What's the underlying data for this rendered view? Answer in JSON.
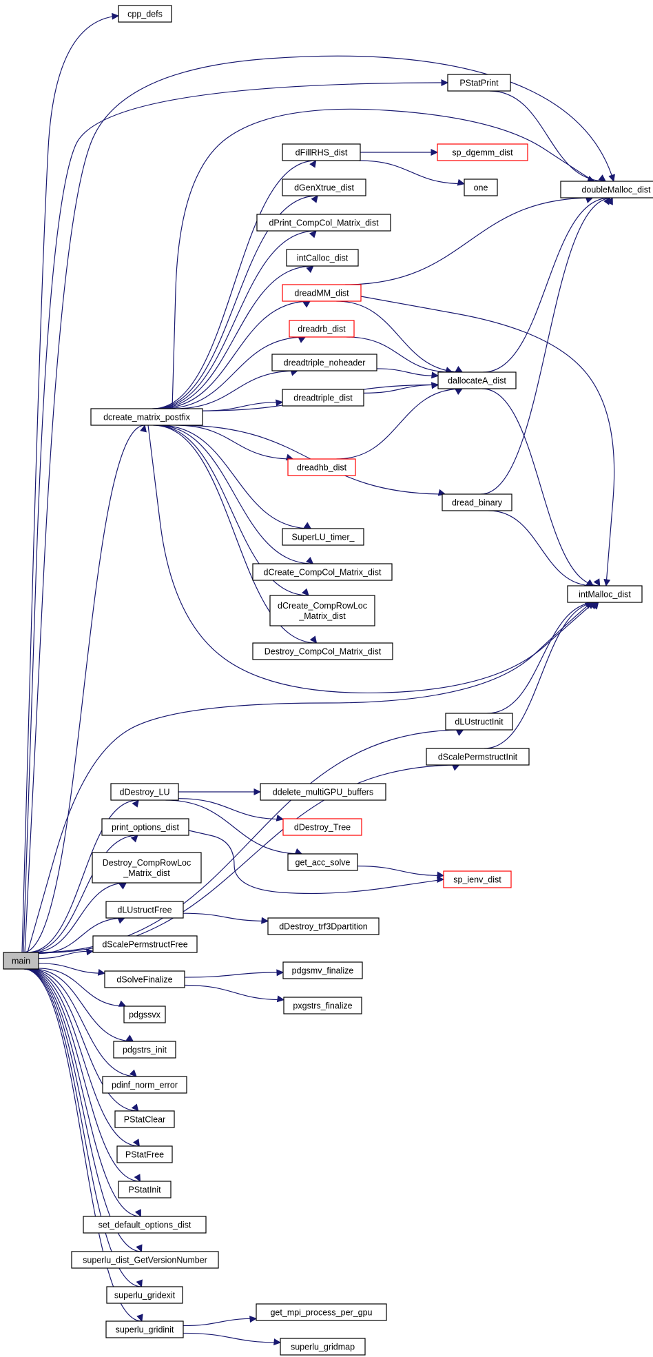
{
  "diagram": {
    "colors": {
      "edge": "#191970",
      "node_border": "#000000",
      "truncated_border": "#ff0000",
      "root_fill": "#bfbfbf",
      "node_fill": "#ffffff"
    },
    "nodes": [
      {
        "id": "main",
        "lines": [
          "main"
        ],
        "root": true
      },
      {
        "id": "cpp_defs",
        "lines": [
          "cpp_defs"
        ]
      },
      {
        "id": "PStatPrint",
        "lines": [
          "PStatPrint"
        ]
      },
      {
        "id": "doubleMalloc_dist",
        "lines": [
          "doubleMalloc_dist"
        ]
      },
      {
        "id": "dFillRHS_dist",
        "lines": [
          "dFillRHS_dist"
        ]
      },
      {
        "id": "sp_dgemm_dist",
        "lines": [
          "sp_dgemm_dist"
        ],
        "truncated": true
      },
      {
        "id": "one",
        "lines": [
          "one"
        ]
      },
      {
        "id": "dGenXtrue_dist",
        "lines": [
          "dGenXtrue_dist"
        ]
      },
      {
        "id": "dPrint_CompCol_Matrix_dist",
        "lines": [
          "dPrint_CompCol_Matrix_dist"
        ]
      },
      {
        "id": "intCalloc_dist",
        "lines": [
          "intCalloc_dist"
        ]
      },
      {
        "id": "dreadMM_dist",
        "lines": [
          "dreadMM_dist"
        ],
        "truncated": true
      },
      {
        "id": "dreadrb_dist",
        "lines": [
          "dreadrb_dist"
        ],
        "truncated": true
      },
      {
        "id": "dreadtriple_noheader",
        "lines": [
          "dreadtriple_noheader"
        ]
      },
      {
        "id": "dallocateA_dist",
        "lines": [
          "dallocateA_dist"
        ]
      },
      {
        "id": "dcreate_matrix_postfix",
        "lines": [
          "dcreate_matrix_postfix"
        ]
      },
      {
        "id": "dreadtriple_dist",
        "lines": [
          "dreadtriple_dist"
        ]
      },
      {
        "id": "dreadhb_dist",
        "lines": [
          "dreadhb_dist"
        ],
        "truncated": true
      },
      {
        "id": "dread_binary",
        "lines": [
          "dread_binary"
        ]
      },
      {
        "id": "SuperLU_timer_",
        "lines": [
          "SuperLU_timer_"
        ]
      },
      {
        "id": "dCreate_CompCol_Matrix_dist",
        "lines": [
          "dCreate_CompCol_Matrix_dist"
        ]
      },
      {
        "id": "dCreate_CompRowLoc_Matrix_dist",
        "lines": [
          "dCreate_CompRowLoc",
          "_Matrix_dist"
        ]
      },
      {
        "id": "Destroy_CompCol_Matrix_dist",
        "lines": [
          "Destroy_CompCol_Matrix_dist"
        ]
      },
      {
        "id": "intMalloc_dist",
        "lines": [
          "intMalloc_dist"
        ]
      },
      {
        "id": "dLUstructInit",
        "lines": [
          "dLUstructInit"
        ]
      },
      {
        "id": "dScalePermstructInit",
        "lines": [
          "dScalePermstructInit"
        ]
      },
      {
        "id": "dDestroy_LU",
        "lines": [
          "dDestroy_LU"
        ]
      },
      {
        "id": "ddelete_multiGPU_buffers",
        "lines": [
          "ddelete_multiGPU_buffers"
        ]
      },
      {
        "id": "dDestroy_Tree",
        "lines": [
          "dDestroy_Tree"
        ],
        "truncated": true
      },
      {
        "id": "print_options_dist",
        "lines": [
          "print_options_dist"
        ]
      },
      {
        "id": "get_acc_solve",
        "lines": [
          "get_acc_solve"
        ]
      },
      {
        "id": "sp_ienv_dist",
        "lines": [
          "sp_ienv_dist"
        ],
        "truncated": true
      },
      {
        "id": "Destroy_CompRowLoc_Matrix_dist",
        "lines": [
          "Destroy_CompRowLoc",
          "_Matrix_dist"
        ]
      },
      {
        "id": "dLUstructFree",
        "lines": [
          "dLUstructFree"
        ]
      },
      {
        "id": "dDestroy_trf3Dpartition",
        "lines": [
          "dDestroy_trf3Dpartition"
        ]
      },
      {
        "id": "dScalePermstructFree",
        "lines": [
          "dScalePermstructFree"
        ]
      },
      {
        "id": "dSolveFinalize",
        "lines": [
          "dSolveFinalize"
        ]
      },
      {
        "id": "pdgsmv_finalize",
        "lines": [
          "pdgsmv_finalize"
        ]
      },
      {
        "id": "pxgstrs_finalize",
        "lines": [
          "pxgstrs_finalize"
        ]
      },
      {
        "id": "pdgssvx",
        "lines": [
          "pdgssvx"
        ]
      },
      {
        "id": "pdgstrs_init",
        "lines": [
          "pdgstrs_init"
        ]
      },
      {
        "id": "pdinf_norm_error",
        "lines": [
          "pdinf_norm_error"
        ]
      },
      {
        "id": "PStatClear",
        "lines": [
          "PStatClear"
        ]
      },
      {
        "id": "PStatFree",
        "lines": [
          "PStatFree"
        ]
      },
      {
        "id": "PStatInit",
        "lines": [
          "PStatInit"
        ]
      },
      {
        "id": "set_default_options_dist",
        "lines": [
          "set_default_options_dist"
        ]
      },
      {
        "id": "superlu_dist_GetVersionNumber",
        "lines": [
          "superlu_dist_GetVersionNumber"
        ]
      },
      {
        "id": "superlu_gridexit",
        "lines": [
          "superlu_gridexit"
        ]
      },
      {
        "id": "superlu_gridinit",
        "lines": [
          "superlu_gridinit"
        ]
      },
      {
        "id": "get_mpi_process_per_gpu",
        "lines": [
          "get_mpi_process_per_gpu"
        ]
      },
      {
        "id": "superlu_gridmap",
        "lines": [
          "superlu_gridmap"
        ]
      }
    ],
    "edges": [
      {
        "from": "main",
        "to": "cpp_defs"
      },
      {
        "from": "main",
        "to": "PStatPrint"
      },
      {
        "from": "main",
        "to": "doubleMalloc_dist"
      },
      {
        "from": "main",
        "to": "dcreate_matrix_postfix"
      },
      {
        "from": "main",
        "to": "intMalloc_dist"
      },
      {
        "from": "main",
        "to": "dLUstructInit"
      },
      {
        "from": "main",
        "to": "dScalePermstructInit"
      },
      {
        "from": "main",
        "to": "dDestroy_LU"
      },
      {
        "from": "main",
        "to": "print_options_dist"
      },
      {
        "from": "main",
        "to": "Destroy_CompRowLoc_Matrix_dist"
      },
      {
        "from": "main",
        "to": "dLUstructFree"
      },
      {
        "from": "main",
        "to": "dScalePermstructFree"
      },
      {
        "from": "main",
        "to": "dSolveFinalize"
      },
      {
        "from": "main",
        "to": "pdgssvx"
      },
      {
        "from": "main",
        "to": "pdgstrs_init"
      },
      {
        "from": "main",
        "to": "pdinf_norm_error"
      },
      {
        "from": "main",
        "to": "PStatClear"
      },
      {
        "from": "main",
        "to": "PStatFree"
      },
      {
        "from": "main",
        "to": "PStatInit"
      },
      {
        "from": "main",
        "to": "set_default_options_dist"
      },
      {
        "from": "main",
        "to": "superlu_dist_GetVersionNumber"
      },
      {
        "from": "main",
        "to": "superlu_gridexit"
      },
      {
        "from": "main",
        "to": "superlu_gridinit"
      },
      {
        "from": "PStatPrint",
        "to": "doubleMalloc_dist"
      },
      {
        "from": "dcreate_matrix_postfix",
        "to": "doubleMalloc_dist"
      },
      {
        "from": "dcreate_matrix_postfix",
        "to": "dFillRHS_dist"
      },
      {
        "from": "dcreate_matrix_postfix",
        "to": "dGenXtrue_dist"
      },
      {
        "from": "dcreate_matrix_postfix",
        "to": "dPrint_CompCol_Matrix_dist"
      },
      {
        "from": "dcreate_matrix_postfix",
        "to": "intCalloc_dist"
      },
      {
        "from": "dcreate_matrix_postfix",
        "to": "dreadMM_dist"
      },
      {
        "from": "dcreate_matrix_postfix",
        "to": "dreadrb_dist"
      },
      {
        "from": "dcreate_matrix_postfix",
        "to": "dreadtriple_noheader"
      },
      {
        "from": "dcreate_matrix_postfix",
        "to": "dreadtriple_dist"
      },
      {
        "from": "dcreate_matrix_postfix",
        "to": "dallocateA_dist"
      },
      {
        "from": "dcreate_matrix_postfix",
        "to": "dreadhb_dist"
      },
      {
        "from": "dcreate_matrix_postfix",
        "to": "dread_binary"
      },
      {
        "from": "dcreate_matrix_postfix",
        "to": "SuperLU_timer_"
      },
      {
        "from": "dcreate_matrix_postfix",
        "to": "dCreate_CompCol_Matrix_dist"
      },
      {
        "from": "dcreate_matrix_postfix",
        "to": "dCreate_CompRowLoc_Matrix_dist"
      },
      {
        "from": "dcreate_matrix_postfix",
        "to": "Destroy_CompCol_Matrix_dist"
      },
      {
        "from": "dcreate_matrix_postfix",
        "to": "intMalloc_dist"
      },
      {
        "from": "dFillRHS_dist",
        "to": "sp_dgemm_dist"
      },
      {
        "from": "dFillRHS_dist",
        "to": "one"
      },
      {
        "from": "dreadMM_dist",
        "to": "doubleMalloc_dist"
      },
      {
        "from": "dreadMM_dist",
        "to": "dallocateA_dist"
      },
      {
        "from": "dreadMM_dist",
        "to": "intMalloc_dist"
      },
      {
        "from": "dreadrb_dist",
        "to": "dallocateA_dist"
      },
      {
        "from": "dreadtriple_noheader",
        "to": "dallocateA_dist"
      },
      {
        "from": "dreadtriple_dist",
        "to": "dallocateA_dist"
      },
      {
        "from": "dreadhb_dist",
        "to": "dallocateA_dist"
      },
      {
        "from": "dallocateA_dist",
        "to": "doubleMalloc_dist"
      },
      {
        "from": "dallocateA_dist",
        "to": "intMalloc_dist"
      },
      {
        "from": "dread_binary",
        "to": "doubleMalloc_dist"
      },
      {
        "from": "dread_binary",
        "to": "intMalloc_dist"
      },
      {
        "from": "dLUstructInit",
        "to": "intMalloc_dist"
      },
      {
        "from": "dScalePermstructInit",
        "to": "intMalloc_dist"
      },
      {
        "from": "dDestroy_LU",
        "to": "ddelete_multiGPU_buffers"
      },
      {
        "from": "dDestroy_LU",
        "to": "dDestroy_Tree"
      },
      {
        "from": "dDestroy_LU",
        "to": "get_acc_solve"
      },
      {
        "from": "print_options_dist",
        "to": "sp_ienv_dist"
      },
      {
        "from": "get_acc_solve",
        "to": "sp_ienv_dist"
      },
      {
        "from": "dLUstructFree",
        "to": "dDestroy_trf3Dpartition"
      },
      {
        "from": "dSolveFinalize",
        "to": "pdgsmv_finalize"
      },
      {
        "from": "dSolveFinalize",
        "to": "pxgstrs_finalize"
      },
      {
        "from": "superlu_gridinit",
        "to": "get_mpi_process_per_gpu"
      },
      {
        "from": "superlu_gridinit",
        "to": "superlu_gridmap"
      }
    ]
  }
}
